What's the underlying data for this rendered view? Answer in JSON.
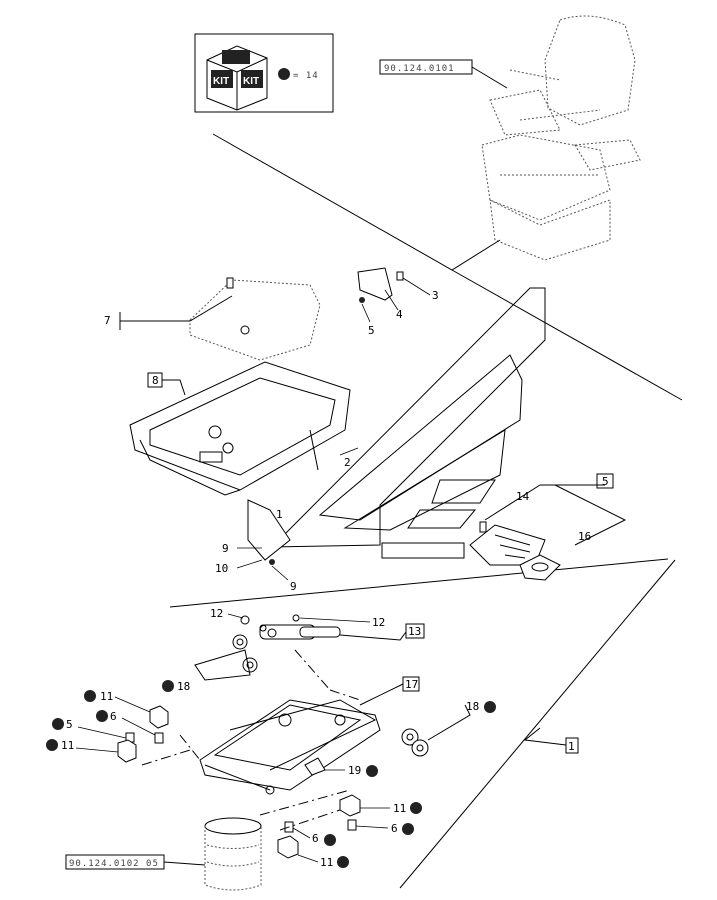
{
  "kit": {
    "label_left": "KIT",
    "label_right": "KIT",
    "equals": "= 14"
  },
  "refs": {
    "seat": "90.124.0101",
    "air_spring": "90.124.0102 05"
  },
  "callouts": {
    "c1": "1",
    "c2": "2",
    "c3": "3",
    "c4": "4",
    "c5a": "5",
    "c5b": "5",
    "c5c": "5",
    "c6a": "6",
    "c6b": "6",
    "c6c": "6",
    "c7": "7",
    "c8": "8",
    "c9a": "9",
    "c9b": "9",
    "c10": "10",
    "c11a": "11",
    "c11b": "11",
    "c11c": "11",
    "c11d": "11",
    "c12a": "12",
    "c12b": "12",
    "c13": "13",
    "c14": "14",
    "c16": "16",
    "c17": "17",
    "c18a": "18",
    "c18b": "18",
    "c19": "19"
  }
}
